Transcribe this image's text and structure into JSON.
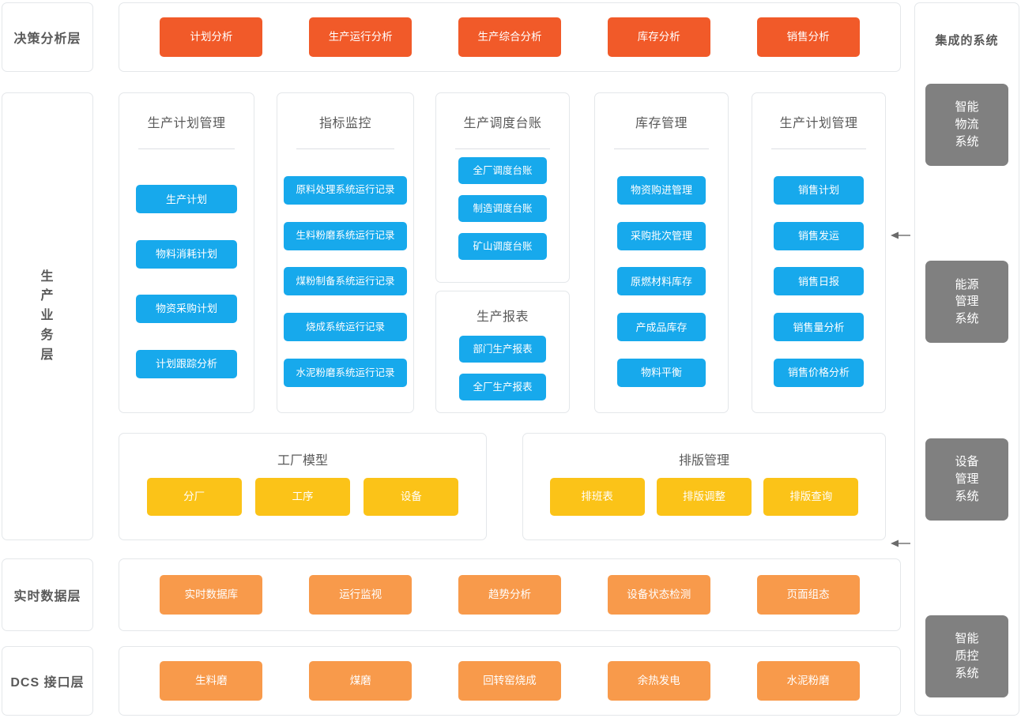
{
  "layers": {
    "decision": "决策分析层",
    "business_chars": [
      "生",
      "产",
      "业",
      "务",
      "层"
    ],
    "realtime": "实时数据层",
    "dcs": "DCS 接口层"
  },
  "decision_row": {
    "items": [
      "计划分析",
      "生产运行分析",
      "生产综合分析",
      "库存分析",
      "销售分析"
    ]
  },
  "business_cards": [
    {
      "title": "生产计划管理",
      "has_divider": true,
      "items": [
        "生产计划",
        "物料消耗计划",
        "物资采购计划",
        "计划跟踪分析"
      ]
    },
    {
      "title": "指标监控",
      "has_divider": true,
      "items": [
        "原料处理系统运行记录",
        "生料粉磨系统运行记录",
        "煤粉制备系统运行记录",
        "烧成系统运行记录",
        "水泥粉磨系统运行记录"
      ]
    },
    {
      "title": "生产调度台账",
      "has_divider": true,
      "items": [
        "全厂调度台账",
        "制造调度台账",
        "矿山调度台账"
      ]
    },
    {
      "title": "生产报表",
      "has_divider": false,
      "items": [
        "部门生产报表",
        "全厂生产报表"
      ]
    },
    {
      "title": "库存管理",
      "has_divider": true,
      "items": [
        "物资购进管理",
        "采购批次管理",
        "原燃材料库存",
        "产成品库存",
        "物料平衡"
      ]
    },
    {
      "title": "生产计划管理",
      "has_divider": true,
      "items": [
        "销售计划",
        "销售发运",
        "销售日报",
        "销售量分析",
        "销售价格分析"
      ]
    }
  ],
  "factory_model": {
    "title": "工厂模型",
    "items": [
      "分厂",
      "工序",
      "设备"
    ]
  },
  "shift_mgmt": {
    "title": "排版管理",
    "items": [
      "排班表",
      "排版调整",
      "排版查询"
    ]
  },
  "realtime_row": {
    "items": [
      "实时数据库",
      "运行监视",
      "趋势分析",
      "设备状态检测",
      "页面组态"
    ]
  },
  "dcs_row": {
    "items": [
      "生料磨",
      "煤磨",
      "回转窑烧成",
      "余热发电",
      "水泥粉磨"
    ]
  },
  "integrated": {
    "title": "集成的系统",
    "systems": [
      {
        "lines": [
          "智能",
          "物流",
          "系统"
        ]
      },
      {
        "lines": [
          "能源",
          "管理",
          "系统"
        ]
      },
      {
        "lines": [
          "设备",
          "管理",
          "系统"
        ]
      },
      {
        "lines": [
          "智能",
          "质控",
          "系统"
        ]
      }
    ]
  },
  "colors": {
    "decision_red": "#f15a29",
    "module_blue": "#17a9ec",
    "model_yellow": "#fbc318",
    "platform_orange": "#f89a4b",
    "system_gray": "#808080",
    "panel_border": "#e4e7ea",
    "text_gray": "#595959"
  },
  "connectors": [
    {
      "name": "arrow-to-business-layer",
      "glyph": "←"
    },
    {
      "name": "arrow-to-model-layer",
      "glyph": "←"
    }
  ]
}
